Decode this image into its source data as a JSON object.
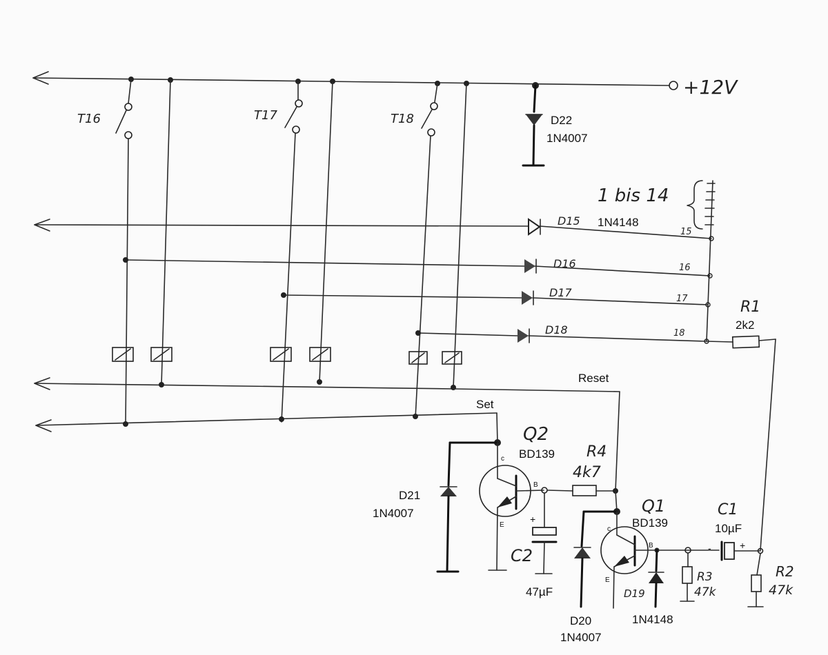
{
  "supply": {
    "label": "+12V"
  },
  "switches": [
    {
      "ref": "T16"
    },
    {
      "ref": "T17"
    },
    {
      "ref": "T18"
    }
  ],
  "diodes": {
    "d22": {
      "ref": "D22",
      "part": "1N4007"
    },
    "d15": {
      "ref": "D15",
      "part": "1N4148",
      "pin": "15"
    },
    "d16": {
      "ref": "D16",
      "pin": "16"
    },
    "d17": {
      "ref": "D17",
      "pin": "17"
    },
    "d18": {
      "ref": "D18",
      "pin": "18"
    },
    "d19": {
      "ref": "D19",
      "part": "1N4148"
    },
    "d20": {
      "ref": "D20",
      "part": "1N4007"
    },
    "d21": {
      "ref": "D21",
      "part": "1N4007"
    }
  },
  "bus_label": "1 bis 14",
  "signals": {
    "reset": "Reset",
    "set": "Set"
  },
  "resistors": {
    "r1": {
      "ref": "R1",
      "value": "2k2"
    },
    "r2": {
      "ref": "R2",
      "value": "47k"
    },
    "r3": {
      "ref": "R3",
      "value": "47k"
    },
    "r4": {
      "ref": "R4",
      "value": "4k7"
    }
  },
  "capacitors": {
    "c1": {
      "ref": "C1",
      "value": "10µF",
      "minus": "-",
      "plus": "+"
    },
    "c2": {
      "ref": "C2",
      "value": "47µF",
      "plus": "+"
    }
  },
  "transistors": {
    "q1": {
      "ref": "Q1",
      "part": "BD139",
      "pin_c": "c",
      "pin_b": "B",
      "pin_e": "E"
    },
    "q2": {
      "ref": "Q2",
      "part": "BD139",
      "pin_c": "c",
      "pin_b": "B",
      "pin_e": "E"
    }
  }
}
